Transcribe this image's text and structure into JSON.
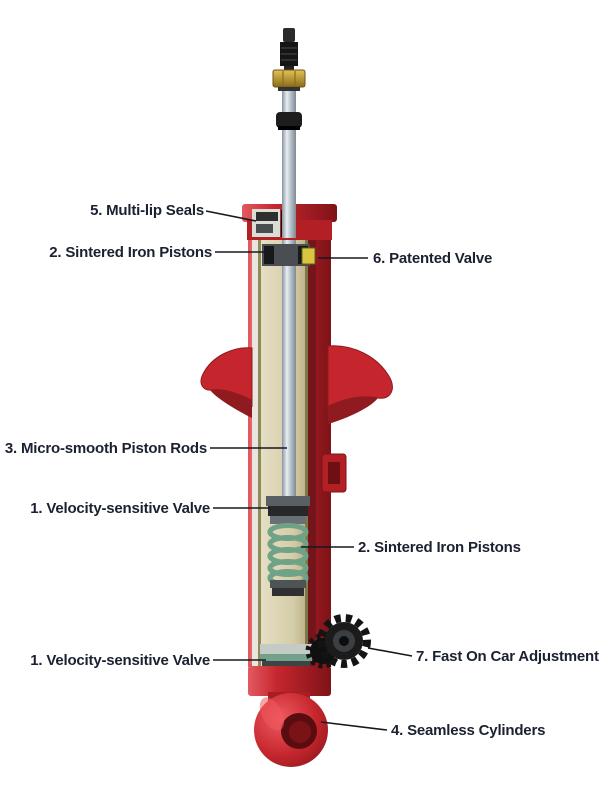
{
  "diagram": {
    "labels": [
      {
        "text": "5. Multi-lip Seals"
      },
      {
        "text": "2. Sintered Iron Pistons"
      },
      {
        "text": "6. Patented Valve"
      },
      {
        "text": "3. Micro-smooth Piston Rods"
      },
      {
        "text": "1. Velocity-sensitive Valve"
      },
      {
        "text": "2. Sintered Iron Pistons"
      },
      {
        "text": "1. Velocity-sensitive Valve"
      },
      {
        "text": "7. Fast On Car Adjustment"
      },
      {
        "text": "4. Seamless Cylinders"
      }
    ],
    "colors": {
      "body_red": "#c5262d",
      "body_red_dark": "#7e1318",
      "body_red_light": "#ea6a6e",
      "inner_beige": "#d5cda8",
      "inner_wall_olive": "#8f8a5a",
      "rod_gray_blue": "#b9c4cc",
      "brass_nut": "#c9a22e",
      "spring_green": "#6fa287",
      "hardware_black": "#1a1a1a",
      "label_text": "#1b2130",
      "background": "#ffffff"
    }
  }
}
